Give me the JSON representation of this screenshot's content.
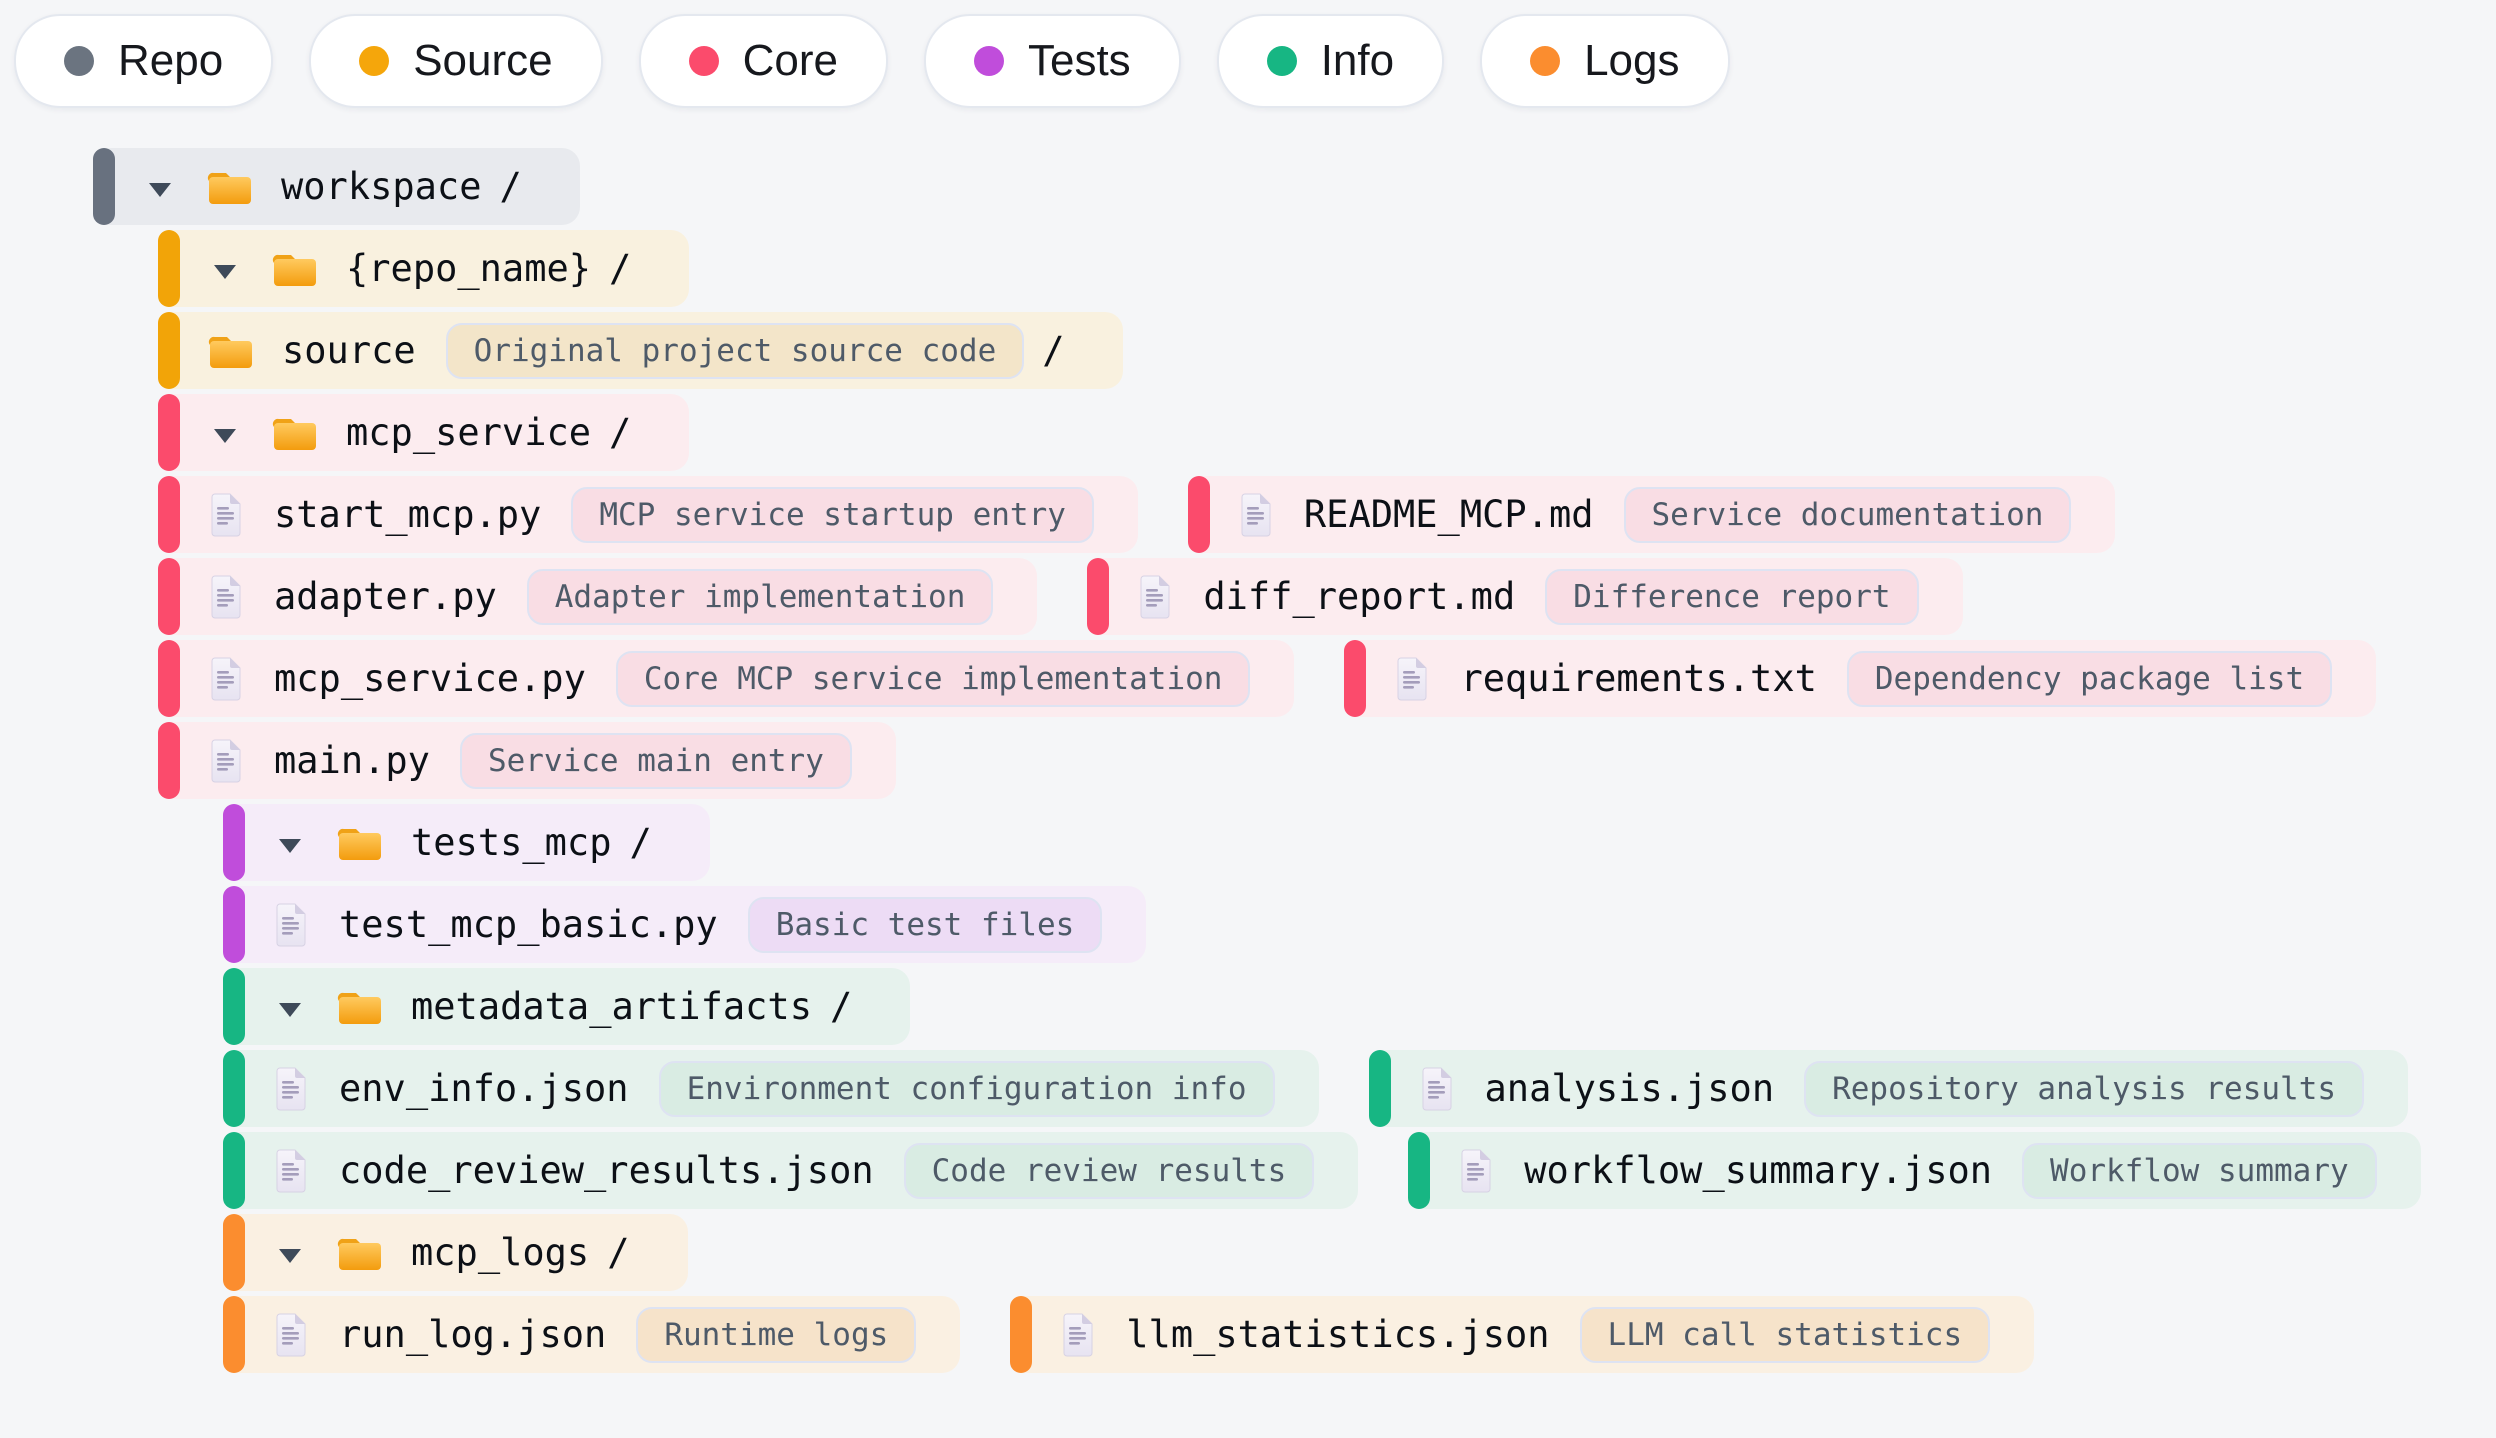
{
  "legend": {
    "items": [
      {
        "label": "Repo",
        "color": "#6b7480"
      },
      {
        "label": "Source",
        "color": "#f5a60b"
      },
      {
        "label": "Core",
        "color": "#fb4b6c"
      },
      {
        "label": "Tests",
        "color": "#c04ddb"
      },
      {
        "label": "Info",
        "color": "#17b683"
      },
      {
        "label": "Logs",
        "color": "#fb8d2f"
      }
    ]
  },
  "colors": {
    "page_bg": "#f5f6f8",
    "chip_border": "#dee3f2",
    "chip_text": "#4e5a68",
    "name_text": "#0c1016",
    "triangle": "#3e4a59",
    "groups": {
      "repo": {
        "accent": "#68717f",
        "row_bg": "#e8eaee"
      },
      "source": {
        "accent": "#f2a408",
        "row_bg": "#f9f1df",
        "chip_bg": "#f3e5c9"
      },
      "core": {
        "accent": "#fb4b6c",
        "row_bg": "#fcecef",
        "chip_bg": "#f9dde4"
      },
      "tests": {
        "accent": "#c04ddb",
        "row_bg": "#f5ecf9",
        "chip_bg": "#eddcf5"
      },
      "info": {
        "accent": "#17b683",
        "row_bg": "#e6f2ed",
        "chip_bg": "#d9ece3"
      },
      "logs": {
        "accent": "#fb8d2f",
        "row_bg": "#faf0e2",
        "chip_bg": "#f6e3ca"
      }
    }
  },
  "tree": {
    "rows": [
      {
        "indent": 0,
        "cards": [
          {
            "type": "folder",
            "name": "workspace",
            "suffix": "/",
            "group": "repo",
            "expanded": true
          }
        ]
      },
      {
        "indent": 1,
        "cards": [
          {
            "type": "folder",
            "name": "{repo_name}",
            "suffix": "/",
            "group": "source",
            "expanded": true
          }
        ]
      },
      {
        "indent": 1,
        "cards": [
          {
            "type": "folder",
            "name": "source",
            "suffix": "/",
            "group": "source",
            "desc": "Original project source code"
          }
        ]
      },
      {
        "indent": 1,
        "cards": [
          {
            "type": "folder",
            "name": "mcp_service",
            "suffix": "/",
            "group": "core",
            "expanded": true
          }
        ]
      },
      {
        "indent": 1,
        "cards": [
          {
            "type": "file",
            "name": "start_mcp.py",
            "desc": "MCP service startup entry",
            "group": "core"
          },
          {
            "type": "file",
            "name": "README_MCP.md",
            "desc": "Service documentation",
            "group": "core"
          }
        ]
      },
      {
        "indent": 1,
        "cards": [
          {
            "type": "file",
            "name": "adapter.py",
            "desc": "Adapter implementation",
            "group": "core"
          },
          {
            "type": "file",
            "name": "diff_report.md",
            "desc": "Difference report",
            "group": "core"
          }
        ]
      },
      {
        "indent": 1,
        "cards": [
          {
            "type": "file",
            "name": "mcp_service.py",
            "desc": "Core MCP service implementation",
            "group": "core"
          },
          {
            "type": "file",
            "name": "requirements.txt",
            "desc": "Dependency package list",
            "group": "core"
          }
        ]
      },
      {
        "indent": 1,
        "cards": [
          {
            "type": "file",
            "name": "main.py",
            "desc": "Service main entry",
            "group": "core"
          }
        ]
      },
      {
        "indent": 2,
        "cards": [
          {
            "type": "folder",
            "name": "tests_mcp",
            "suffix": "/",
            "group": "tests",
            "expanded": true
          }
        ]
      },
      {
        "indent": 2,
        "cards": [
          {
            "type": "file",
            "name": "test_mcp_basic.py",
            "desc": "Basic test files",
            "group": "tests"
          }
        ]
      },
      {
        "indent": 2,
        "cards": [
          {
            "type": "folder",
            "name": "metadata_artifacts",
            "suffix": "/",
            "group": "info",
            "expanded": true
          }
        ]
      },
      {
        "indent": 2,
        "cards": [
          {
            "type": "file",
            "name": "env_info.json",
            "desc": "Environment configuration info",
            "group": "info"
          },
          {
            "type": "file",
            "name": "analysis.json",
            "desc": "Repository analysis results",
            "group": "info"
          }
        ]
      },
      {
        "indent": 2,
        "cards": [
          {
            "type": "file",
            "name": "code_review_results.json",
            "desc": "Code review results",
            "group": "info"
          },
          {
            "type": "file",
            "name": "workflow_summary.json",
            "desc": "Workflow summary",
            "group": "info"
          }
        ]
      },
      {
        "indent": 2,
        "cards": [
          {
            "type": "folder",
            "name": "mcp_logs",
            "suffix": "/",
            "group": "logs",
            "expanded": true
          }
        ]
      },
      {
        "indent": 2,
        "cards": [
          {
            "type": "file",
            "name": "run_log.json",
            "desc": "Runtime logs",
            "group": "logs"
          },
          {
            "type": "file",
            "name": "llm_statistics.json",
            "desc": "LLM call statistics",
            "group": "logs"
          }
        ]
      }
    ]
  }
}
